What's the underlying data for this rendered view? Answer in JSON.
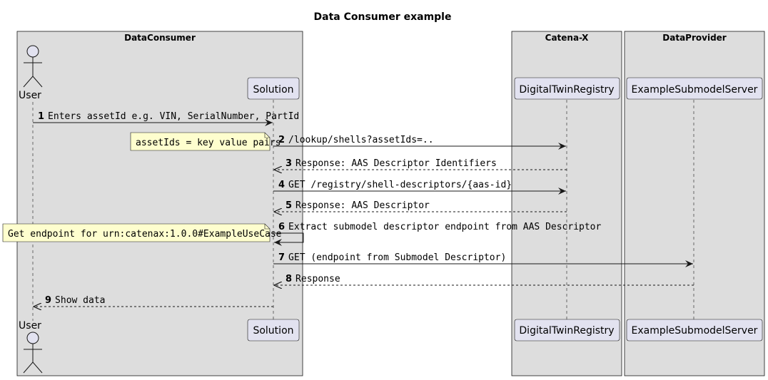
{
  "diagram": {
    "title": "Data Consumer example",
    "boxes": [
      {
        "name": "DataConsumer"
      },
      {
        "name": "Catena-X"
      },
      {
        "name": "DataProvider"
      }
    ],
    "participants": {
      "user": "User",
      "solution": "Solution",
      "dtr": "DigitalTwinRegistry",
      "server": "ExampleSubmodelServer"
    },
    "messages": [
      {
        "num": "1",
        "text": "Enters assetId e.g. VIN, SerialNumber, PartId",
        "style": "solid"
      },
      {
        "num": "2",
        "text": "/lookup/shells?assetIds=..",
        "style": "solid"
      },
      {
        "num": "3",
        "text": "Response: AAS Descriptor Identifiers",
        "style": "dashed"
      },
      {
        "num": "4",
        "text": "GET /registry/shell-descriptors/{aas-id}",
        "style": "solid"
      },
      {
        "num": "5",
        "text": "Response: AAS Descriptor",
        "style": "dashed"
      },
      {
        "num": "6",
        "text": "Extract submodel descriptor endpoint from AAS Descriptor",
        "style": "self"
      },
      {
        "num": "7",
        "text": "GET (endpoint from Submodel Descriptor)",
        "style": "solid"
      },
      {
        "num": "8",
        "text": "Response",
        "style": "dashed"
      },
      {
        "num": "9",
        "text": "Show data",
        "style": "dashed"
      }
    ],
    "notes": [
      {
        "text": "assetIds = key value pairs"
      },
      {
        "text": "Get endpoint for urn:catenax:1.0.0#ExampleUseCase"
      }
    ],
    "colors": {
      "box_fill": "#dddddd",
      "box_stroke": "#181818",
      "participant_fill": "#e2e2f0",
      "note_fill": "#fefece",
      "line": "#181818"
    }
  }
}
